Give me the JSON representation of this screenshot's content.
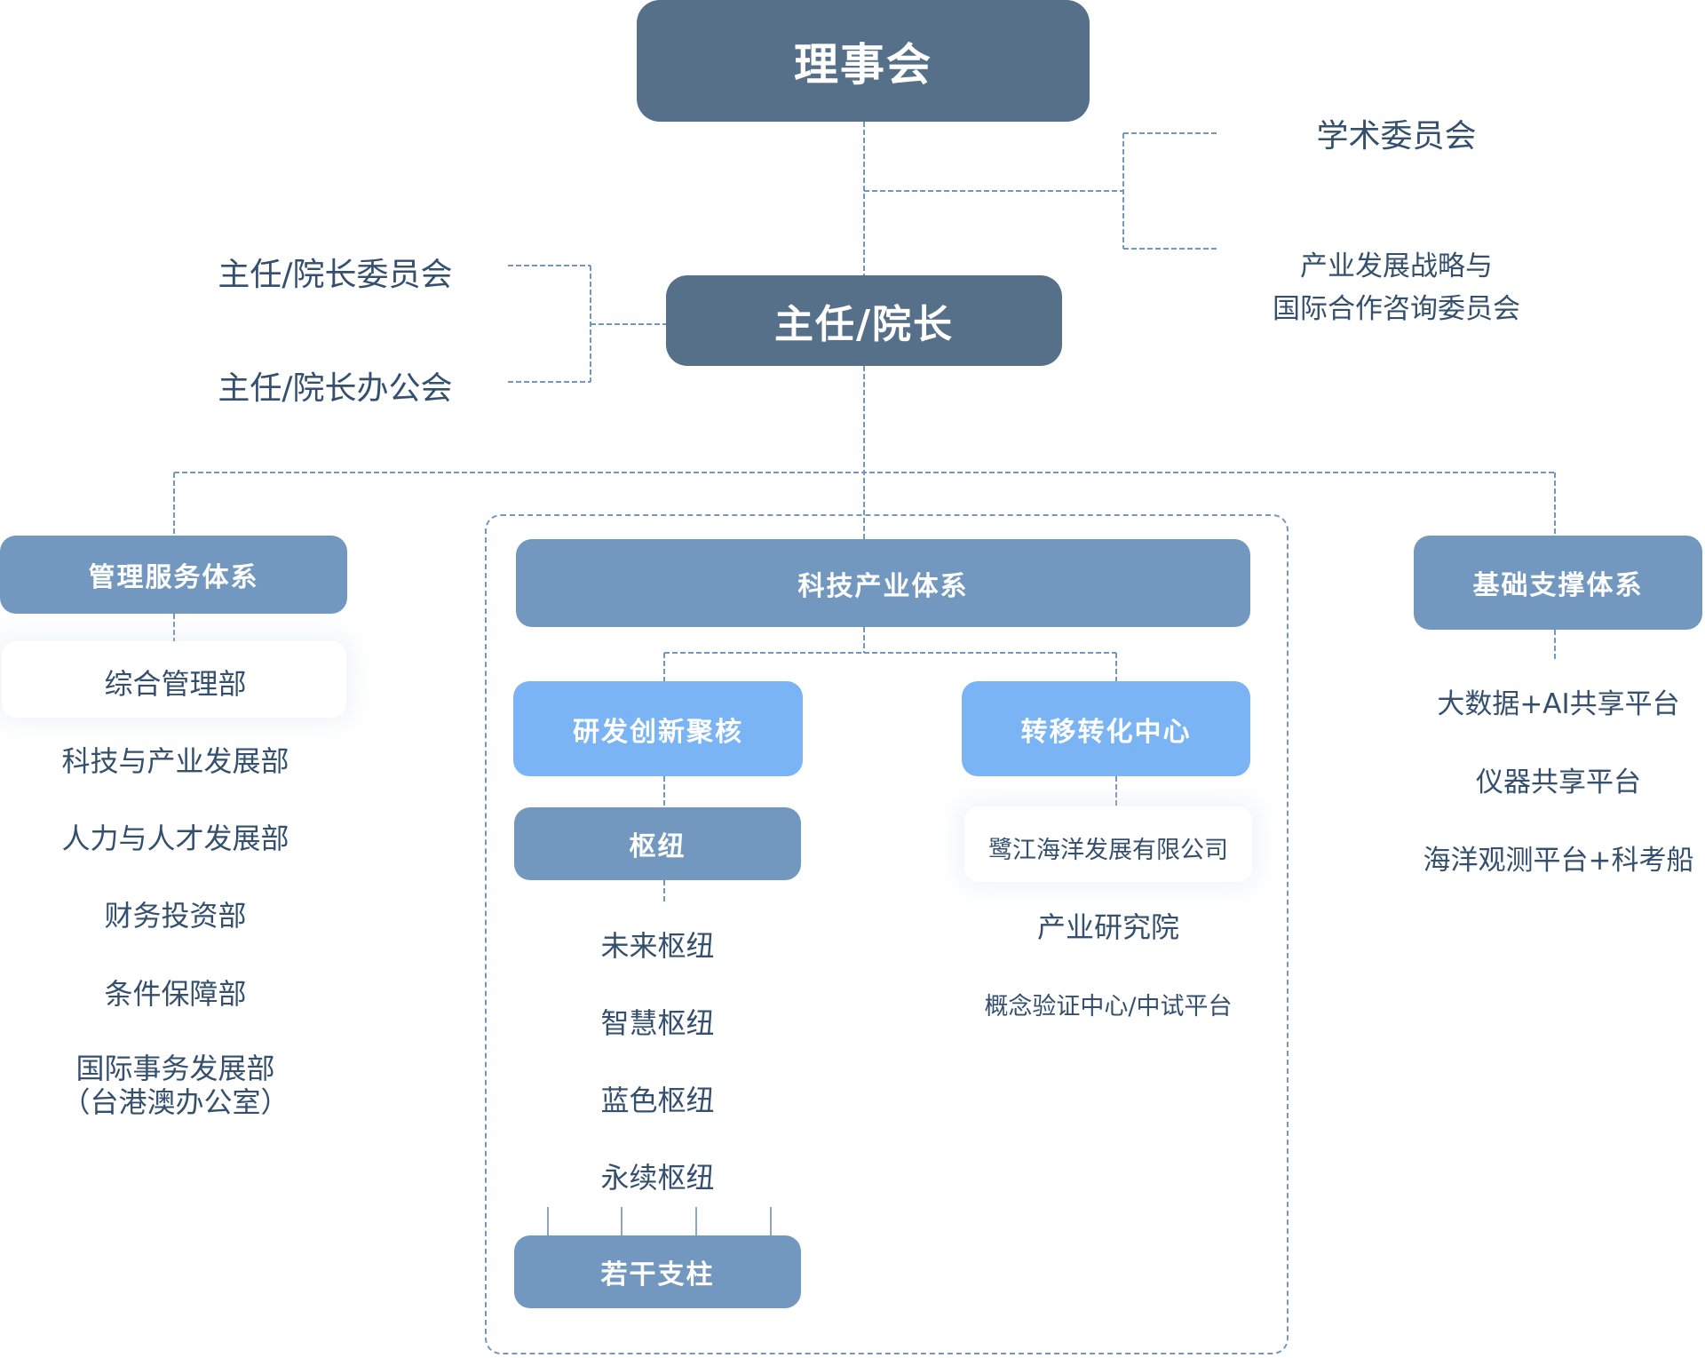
{
  "colors": {
    "top_box": "#57708a",
    "section_box": "#7398c0",
    "sub_box": "#7ab4f5",
    "text": "#34506e",
    "connector": "#7398c0"
  },
  "board": {
    "label": "理事会"
  },
  "committees": {
    "academic": "学术委员会",
    "strategy_line1": "产业发展战略与",
    "strategy_line2": "国际合作咨询委员会"
  },
  "director": {
    "label": "主任/院长"
  },
  "director_councils": {
    "committee": "主任/院长委员会",
    "office_meeting": "主任/院长办公会"
  },
  "management": {
    "title": "管理服务体系",
    "items": [
      "综合管理部",
      "科技与产业发展部",
      "人力与人才发展部",
      "财务投资部",
      "条件保障部"
    ],
    "last_item_line1": "国际事务发展部",
    "last_item_line2": "（台港澳办公室）"
  },
  "tech_industry": {
    "title": "科技产业体系",
    "rd": {
      "title": "研发创新聚核",
      "hub_title": "枢纽",
      "hubs": [
        "未来枢纽",
        "智慧枢纽",
        "蓝色枢纽",
        "永续枢纽"
      ],
      "pillars_title": "若干支柱"
    },
    "transfer": {
      "title": "转移转化中心",
      "items": [
        "鹭江海洋发展有限公司",
        "产业研究院",
        "概念验证中心/中试平台"
      ]
    }
  },
  "infrastructure": {
    "title": "基础支撑体系",
    "items": [
      "大数据+AI共享平台",
      "仪器共享平台",
      "海洋观测平台+科考船"
    ]
  }
}
